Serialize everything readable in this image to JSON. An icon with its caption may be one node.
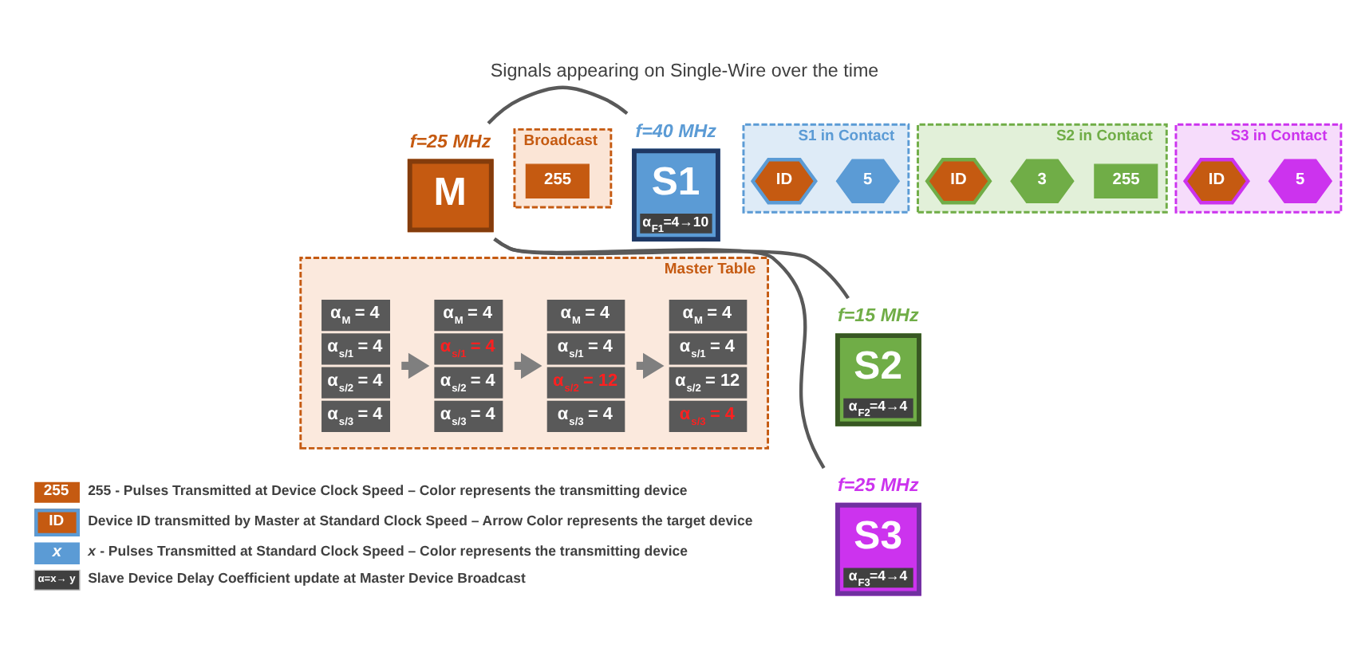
{
  "diagram": {
    "title": "Signals appearing on Single-Wire over the time",
    "nodes": [
      {
        "text": [
          "M"
        ],
        "beside": [
          "f=25 MHz"
        ]
      },
      {
        "text": [
          "Broadcast"
        ]
      },
      {
        "text": [
          "255"
        ],
        "in": 1
      },
      {
        "text": [
          "S1 in Contact"
        ]
      },
      {
        "text": [
          "ID"
        ],
        "in": 3
      },
      {
        "text": [
          "5"
        ],
        "in": 3
      },
      {
        "text": [
          "S2 in Contact"
        ]
      },
      {
        "text": [
          "ID"
        ],
        "in": 6
      },
      {
        "text": [
          "3"
        ],
        "in": 6
      },
      {
        "text": [
          "255"
        ],
        "in": 6
      },
      {
        "text": [
          "S3 in Contact"
        ]
      },
      {
        "text": [
          "ID"
        ],
        "in": 10
      },
      {
        "text": [
          "5"
        ],
        "in": 10
      },
      {
        "text": [
          "S1",
          "α$_{F1}$=4→10"
        ],
        "beside": [
          "f=40 MHz"
        ]
      },
      {
        "text": [
          "Master Table"
        ]
      },
      {
        "text": [
          "α$_{M}$ = 4",
          "α$_{s/1}$ = 4",
          "α$_{s/2}$ = 4",
          "α$_{s/3}$ = 4"
        ],
        "in": 14
      },
      {
        "text": [
          "α$_{M}$ = 4",
          "α$_{s/1}$ = 4",
          "α$_{s/2}$ = 4",
          "α$_{s/3}$ = 4"
        ],
        "in": 14
      },
      {
        "text": [
          "α$_{M}$ = 4",
          "α$_{s/1}$ = 4",
          "α$_{s/2}$ = 12",
          "α$_{s/3}$ = 4"
        ],
        "in": 14
      },
      {
        "text": [
          "α$_{M}$ = 4",
          "α$_{s/1}$ = 4",
          "α$_{s/2}$ = 12",
          "α$_{s/3}$ = 4"
        ],
        "in": 14
      },
      {
        "text": [
          "S2",
          "α$_{F2}$=4→4"
        ],
        "beside": [
          "f=15 MHz"
        ]
      },
      {
        "text": [
          "S3",
          "α$_{F3}$=4→4"
        ],
        "beside": [
          "f=25 MHz"
        ]
      }
    ],
    "edges": [
      {
        "from": 0,
        "to": 13,
        "arrow": "none"
      },
      {
        "from": 0,
        "to": 19,
        "arrow": "none"
      },
      {
        "from": 0,
        "to": 20,
        "arrow": "none"
      },
      {
        "from": 15,
        "to": 16,
        "arrow": "to",
        "style": "thick",
        "color": "#7f7f7f"
      },
      {
        "from": 16,
        "to": 17,
        "arrow": "to",
        "style": "thick",
        "color": "#7f7f7f"
      },
      {
        "from": 17,
        "to": 18,
        "arrow": "to",
        "style": "thick",
        "color": "#7f7f7f"
      }
    ],
    "labels": [
      "255",
      "ID",
      "x",
      "α=x→ y"
    ],
    "legend": [
      {
        "text": "255 - Pulses Transmitted at Device Clock Speed – Color represents the transmitting device"
      },
      {
        "text": "Device ID transmitted by Master at Standard Clock Speed – Arrow Color represents the target device"
      },
      {
        "text": "*x* - Pulses Transmitted at Standard Clock Speed – Color represents the transmitting device"
      },
      {
        "text": "Slave Device Delay Coefficient update at Master Device Broadcast"
      }
    ]
  }
}
